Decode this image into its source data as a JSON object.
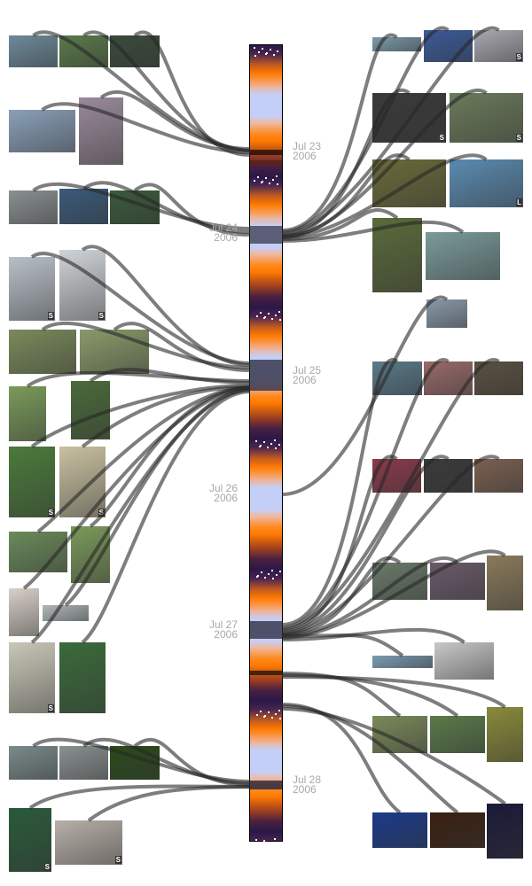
{
  "timeline": {
    "dates": [
      {
        "day": "Jul 23",
        "year": "2006"
      },
      {
        "day": "Jul 24",
        "year": "2006"
      },
      {
        "day": "Jul 25",
        "year": "2006"
      },
      {
        "day": "Jul 26",
        "year": "2006"
      },
      {
        "day": "Jul 27",
        "year": "2006"
      },
      {
        "day": "Jul 28",
        "year": "2006"
      }
    ],
    "colors": {
      "night": "#2a1848",
      "dawn": "#ff7a00",
      "day": "#c4cff8",
      "link": "#555555"
    }
  },
  "photos": [
    {
      "badge": ""
    },
    {
      "badge": ""
    },
    {
      "badge": ""
    },
    {
      "badge": ""
    },
    {
      "badge": ""
    },
    {
      "badge": ""
    },
    {
      "badge": ""
    },
    {
      "badge": ""
    },
    {
      "badge": "S"
    },
    {
      "badge": "S"
    },
    {
      "badge": ""
    },
    {
      "badge": ""
    },
    {
      "badge": ""
    },
    {
      "badge": ""
    },
    {
      "badge": "S"
    },
    {
      "badge": "S"
    },
    {
      "badge": ""
    },
    {
      "badge": ""
    },
    {
      "badge": ""
    },
    {
      "badge": ""
    },
    {
      "badge": "S"
    },
    {
      "badge": ""
    },
    {
      "badge": ""
    },
    {
      "badge": ""
    },
    {
      "badge": ""
    },
    {
      "badge": "S"
    },
    {
      "badge": "S"
    },
    {
      "badge": ""
    },
    {
      "badge": ""
    },
    {
      "badge": "S"
    },
    {
      "badge": "S"
    },
    {
      "badge": "S"
    },
    {
      "badge": ""
    },
    {
      "badge": "L"
    },
    {
      "badge": ""
    },
    {
      "badge": ""
    },
    {
      "badge": ""
    },
    {
      "badge": ""
    },
    {
      "badge": ""
    },
    {
      "badge": ""
    },
    {
      "badge": ""
    },
    {
      "badge": ""
    },
    {
      "badge": ""
    },
    {
      "badge": ""
    },
    {
      "badge": ""
    },
    {
      "badge": ""
    },
    {
      "badge": ""
    },
    {
      "badge": ""
    },
    {
      "badge": ""
    },
    {
      "badge": ""
    },
    {
      "badge": ""
    },
    {
      "badge": ""
    },
    {
      "badge": ""
    },
    {
      "badge": ""
    }
  ]
}
